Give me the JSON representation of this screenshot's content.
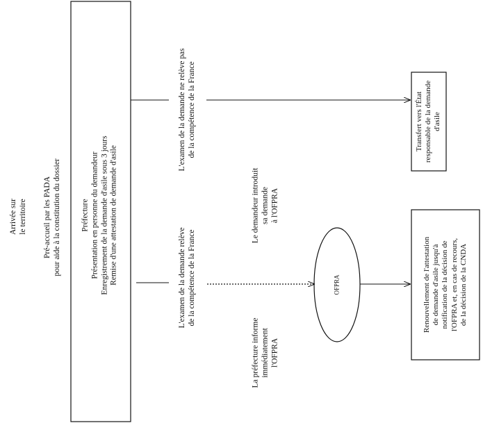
{
  "arrival": {
    "lines": [
      "Arrivée sur",
      "le territoire"
    ]
  },
  "pada": {
    "lines": [
      "Pré-accueil par les PADA",
      "pour aide à la constitution du dossier"
    ]
  },
  "prefecture": {
    "lines": [
      "Préfecture",
      "Présentation en personne du demandeur",
      "Enregistrement de la demande d'asile sous 3 jours",
      "Remise d'une attestation de demande d'asile"
    ]
  },
  "branch_not_france": {
    "lines": [
      "L'examen de la demande ne relève pas",
      "de la compétence de la France"
    ]
  },
  "branch_france": {
    "lines": [
      "L'examen de la demande relève",
      "de la compétence de la France"
    ]
  },
  "applicant_submits": {
    "lines": [
      "Le demandeur introduit",
      "sa demande",
      "à l'OFPRA"
    ]
  },
  "prefecture_informs": {
    "lines": [
      "La préfecture informe",
      "immédiatement",
      "l'OFPRA"
    ]
  },
  "ofpra": {
    "label": "OFPRA"
  },
  "transfer": {
    "lines": [
      "Transfert vers l'État",
      "responsable de la demande",
      "d'asile"
    ]
  },
  "renewal": {
    "lines": [
      "Renouvellement de l'attestation",
      "de demande d'asile jusqu'à",
      "notification de la décision de",
      "l'OFPRA et, en cas de recours,",
      "de la décision de la CNDA"
    ]
  }
}
